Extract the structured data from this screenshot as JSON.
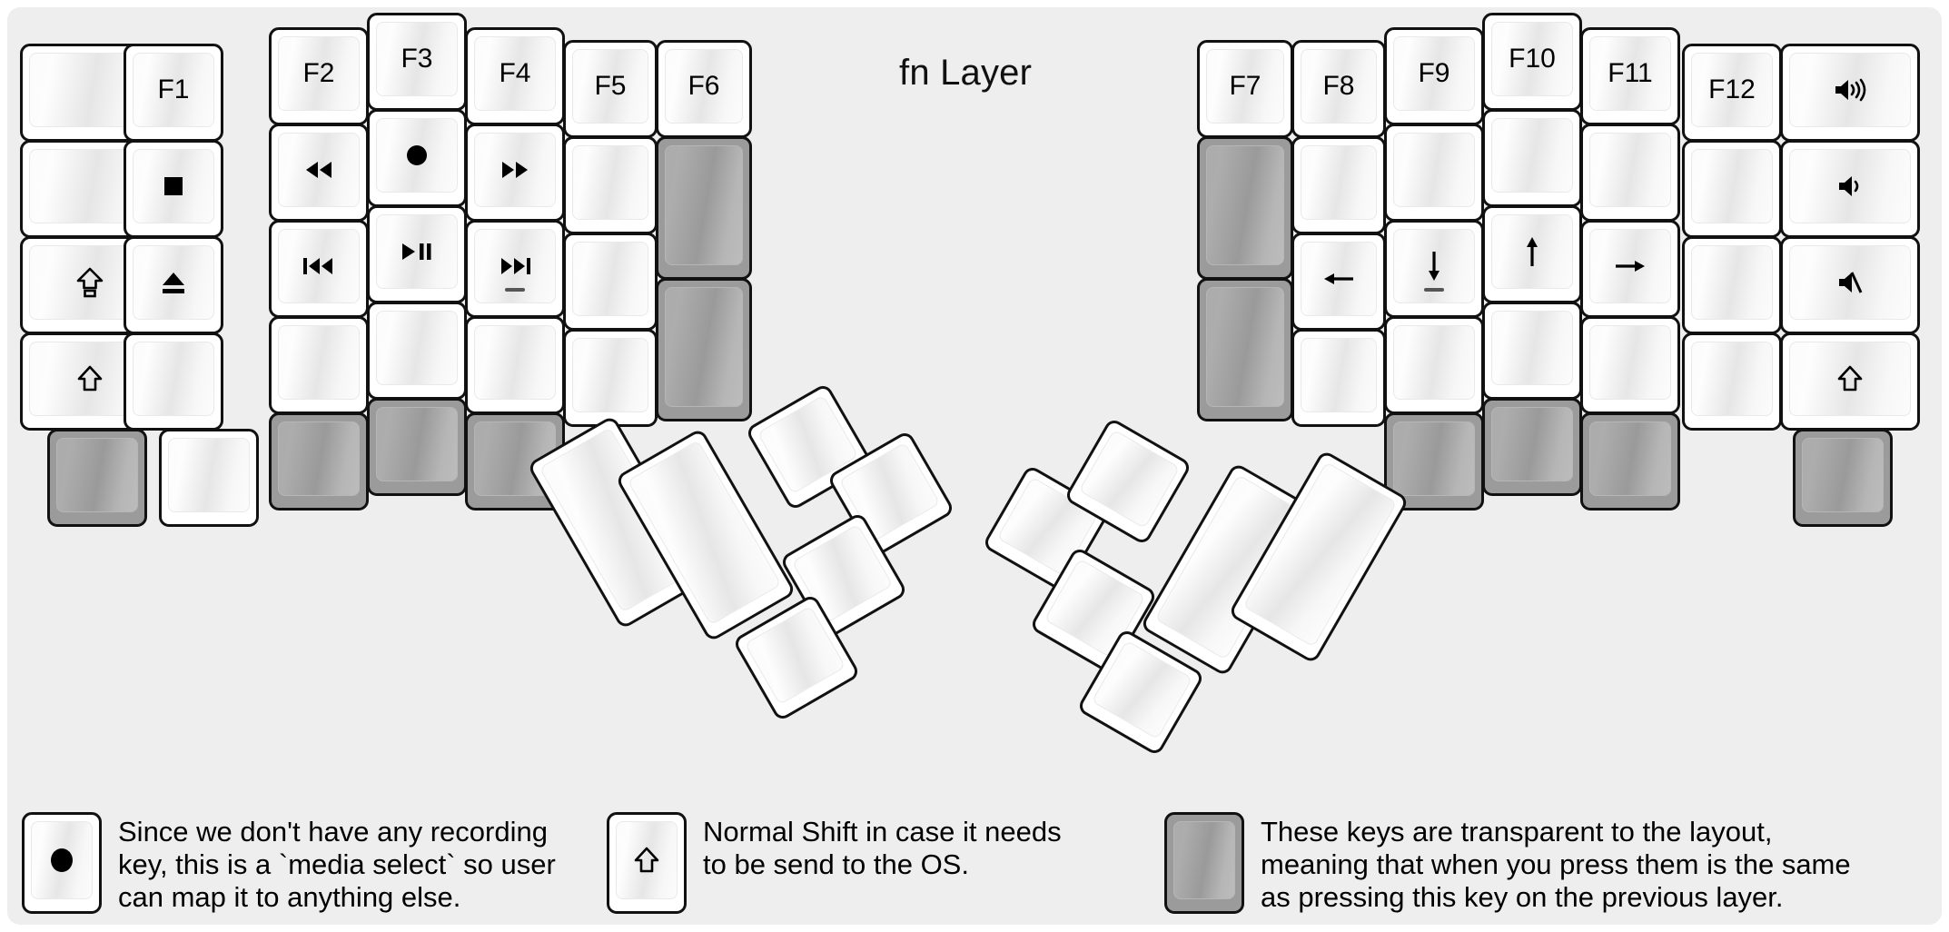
{
  "title": "fn Layer",
  "colors": {
    "background": "#eeeeee",
    "key_face": "#ffffff",
    "key_border": "#111111",
    "transparent_key": "#9b9b9b",
    "label": "#000000"
  },
  "left_half": {
    "columns": [
      {
        "name": "col-pinky-outer",
        "keys": [
          {
            "label": "",
            "icon": "",
            "type": "normal"
          },
          {
            "label": "",
            "icon": "",
            "type": "normal"
          },
          {
            "label": "",
            "icon": "caps-lock-arrow-icon",
            "type": "normal"
          },
          {
            "label": "",
            "icon": "shift-arrow-icon",
            "type": "normal"
          },
          {
            "label": "",
            "icon": "",
            "type": "transparent"
          }
        ]
      },
      {
        "name": "col-pinky",
        "keys": [
          {
            "label": "F1",
            "icon": "",
            "type": "normal"
          },
          {
            "label": "",
            "icon": "media-stop-icon",
            "type": "normal"
          },
          {
            "label": "",
            "icon": "media-eject-icon",
            "type": "normal"
          },
          {
            "label": "",
            "icon": "",
            "type": "normal"
          },
          {
            "label": "",
            "icon": "",
            "type": "normal"
          }
        ]
      },
      {
        "name": "col-ring",
        "keys": [
          {
            "label": "F2",
            "icon": "",
            "type": "normal"
          },
          {
            "label": "",
            "icon": "media-rewind-icon",
            "type": "normal"
          },
          {
            "label": "",
            "icon": "media-previous-track-icon",
            "type": "normal"
          },
          {
            "label": "",
            "icon": "",
            "type": "normal"
          },
          {
            "label": "",
            "icon": "",
            "type": "transparent"
          }
        ]
      },
      {
        "name": "col-middle",
        "keys": [
          {
            "label": "F3",
            "icon": "",
            "type": "normal"
          },
          {
            "label": "",
            "icon": "media-record-icon",
            "type": "normal"
          },
          {
            "label": "",
            "icon": "media-play-pause-icon",
            "type": "normal"
          },
          {
            "label": "",
            "icon": "",
            "type": "normal"
          },
          {
            "label": "",
            "icon": "",
            "type": "transparent"
          }
        ]
      },
      {
        "name": "col-index",
        "keys": [
          {
            "label": "F4",
            "icon": "",
            "type": "normal"
          },
          {
            "label": "",
            "icon": "media-fast-forward-icon",
            "type": "normal"
          },
          {
            "label": "",
            "icon": "media-next-track-icon",
            "type": "normal",
            "homing_bump": true
          },
          {
            "label": "",
            "icon": "",
            "type": "normal"
          },
          {
            "label": "",
            "icon": "",
            "type": "transparent"
          }
        ]
      },
      {
        "name": "col-inner",
        "keys": [
          {
            "label": "F5",
            "icon": "",
            "type": "normal"
          },
          {
            "label": "",
            "icon": "",
            "type": "normal"
          },
          {
            "label": "",
            "icon": "",
            "type": "normal"
          },
          {
            "label": "",
            "icon": "",
            "type": "normal"
          }
        ]
      },
      {
        "name": "col-innermost",
        "keys": [
          {
            "label": "F6",
            "icon": "",
            "type": "normal"
          },
          {
            "label": "",
            "icon": "",
            "type": "transparent",
            "tall": true
          },
          {
            "label": "",
            "icon": "",
            "type": "transparent",
            "tall": true
          }
        ]
      }
    ],
    "thumb_cluster": [
      {
        "name": "thumb-big-1",
        "label": "",
        "icon": "",
        "type": "normal",
        "size": "2u"
      },
      {
        "name": "thumb-big-2",
        "label": "",
        "icon": "",
        "type": "normal",
        "size": "2u"
      },
      {
        "name": "thumb-small-1",
        "label": "",
        "icon": "",
        "type": "normal",
        "size": "1u"
      },
      {
        "name": "thumb-small-2",
        "label": "",
        "icon": "",
        "type": "normal",
        "size": "1u"
      },
      {
        "name": "thumb-small-3",
        "label": "",
        "icon": "",
        "type": "normal",
        "size": "1u"
      },
      {
        "name": "thumb-small-4",
        "label": "",
        "icon": "",
        "type": "normal",
        "size": "1u"
      }
    ]
  },
  "right_half": {
    "columns": [
      {
        "name": "col-innermost",
        "keys": [
          {
            "label": "F7",
            "icon": "",
            "type": "normal"
          },
          {
            "label": "",
            "icon": "",
            "type": "transparent",
            "tall": true
          },
          {
            "label": "",
            "icon": "",
            "type": "transparent",
            "tall": true
          }
        ]
      },
      {
        "name": "col-inner",
        "keys": [
          {
            "label": "F8",
            "icon": "",
            "type": "normal"
          },
          {
            "label": "",
            "icon": "",
            "type": "normal"
          },
          {
            "label": "",
            "icon": "arrow-left-icon",
            "type": "normal"
          },
          {
            "label": "",
            "icon": "",
            "type": "normal"
          }
        ]
      },
      {
        "name": "col-index",
        "keys": [
          {
            "label": "F9",
            "icon": "",
            "type": "normal"
          },
          {
            "label": "",
            "icon": "",
            "type": "normal"
          },
          {
            "label": "",
            "icon": "arrow-down-icon",
            "type": "normal",
            "homing_bump": true
          },
          {
            "label": "",
            "icon": "",
            "type": "normal"
          },
          {
            "label": "",
            "icon": "",
            "type": "transparent"
          }
        ]
      },
      {
        "name": "col-middle",
        "keys": [
          {
            "label": "F10",
            "icon": "",
            "type": "normal"
          },
          {
            "label": "",
            "icon": "",
            "type": "normal"
          },
          {
            "label": "",
            "icon": "arrow-up-icon",
            "type": "normal"
          },
          {
            "label": "",
            "icon": "",
            "type": "normal"
          },
          {
            "label": "",
            "icon": "",
            "type": "transparent"
          }
        ]
      },
      {
        "name": "col-ring",
        "keys": [
          {
            "label": "F11",
            "icon": "",
            "type": "normal"
          },
          {
            "label": "",
            "icon": "",
            "type": "normal"
          },
          {
            "label": "",
            "icon": "arrow-right-icon",
            "type": "normal"
          },
          {
            "label": "",
            "icon": "",
            "type": "normal"
          },
          {
            "label": "",
            "icon": "",
            "type": "transparent"
          }
        ]
      },
      {
        "name": "col-pinky",
        "keys": [
          {
            "label": "F12",
            "icon": "",
            "type": "normal"
          },
          {
            "label": "",
            "icon": "",
            "type": "normal"
          },
          {
            "label": "",
            "icon": "",
            "type": "normal"
          },
          {
            "label": "",
            "icon": "",
            "type": "normal"
          }
        ]
      },
      {
        "name": "col-pinky-outer",
        "keys": [
          {
            "label": "",
            "icon": "volume-up-icon",
            "type": "normal"
          },
          {
            "label": "",
            "icon": "volume-down-icon",
            "type": "normal"
          },
          {
            "label": "",
            "icon": "volume-mute-icon",
            "type": "normal"
          },
          {
            "label": "",
            "icon": "shift-arrow-icon",
            "type": "normal"
          },
          {
            "label": "",
            "icon": "",
            "type": "transparent"
          }
        ]
      }
    ],
    "thumb_cluster": [
      {
        "name": "thumb-small-1",
        "label": "",
        "icon": "",
        "type": "normal",
        "size": "1u"
      },
      {
        "name": "thumb-small-2",
        "label": "",
        "icon": "",
        "type": "normal",
        "size": "1u"
      },
      {
        "name": "thumb-small-3",
        "label": "",
        "icon": "",
        "type": "normal",
        "size": "1u"
      },
      {
        "name": "thumb-small-4",
        "label": "",
        "icon": "",
        "type": "normal",
        "size": "1u"
      },
      {
        "name": "thumb-big-1",
        "label": "",
        "icon": "",
        "type": "normal",
        "size": "2u"
      },
      {
        "name": "thumb-big-2",
        "label": "",
        "icon": "",
        "type": "normal",
        "size": "2u"
      }
    ]
  },
  "legend": [
    {
      "key_icon": "media-record-icon",
      "key_type": "normal",
      "text": "Since we don't have any recording\nkey, this is a `media select` so user\ncan map it to anything else."
    },
    {
      "key_icon": "shift-arrow-icon",
      "key_type": "normal",
      "text": "Normal Shift in case it needs\nto be send to the OS."
    },
    {
      "key_icon": "",
      "key_type": "transparent",
      "text": "These keys are transparent to the layout,\nmeaning that when you press them is the same\nas pressing this key on the previous layer."
    }
  ]
}
